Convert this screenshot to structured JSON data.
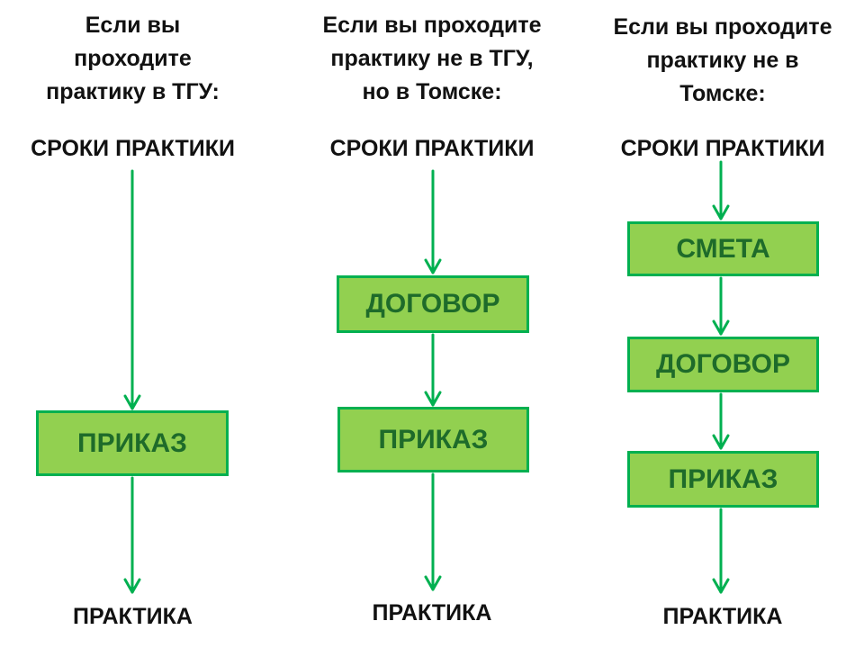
{
  "columns": [
    {
      "heading_lines": [
        "Если вы",
        "проходите",
        "практику в ТГУ:"
      ],
      "start_label": "СРОКИ ПРАКТИКИ",
      "steps": [
        "ПРИКАЗ"
      ],
      "end_label": "ПРАКТИКА"
    },
    {
      "heading_lines": [
        "Если вы проходите",
        "практику не в ТГУ,",
        "но в Томске:"
      ],
      "start_label": "СРОКИ ПРАКТИКИ",
      "steps": [
        "ДОГОВОР",
        "ПРИКАЗ"
      ],
      "end_label": "ПРАКТИКА"
    },
    {
      "heading_lines": [
        "Если вы проходите",
        "практику не в",
        "Томске:"
      ],
      "start_label": "СРОКИ ПРАКТИКИ",
      "steps": [
        "СМЕТА",
        "ДОГОВОР",
        "ПРИКАЗ"
      ],
      "end_label": "ПРАКТИКА"
    }
  ],
  "colors": {
    "box_fill": "#92d050",
    "box_border": "#00b050",
    "box_text": "#1e6b2a",
    "arrow": "#00b050"
  }
}
